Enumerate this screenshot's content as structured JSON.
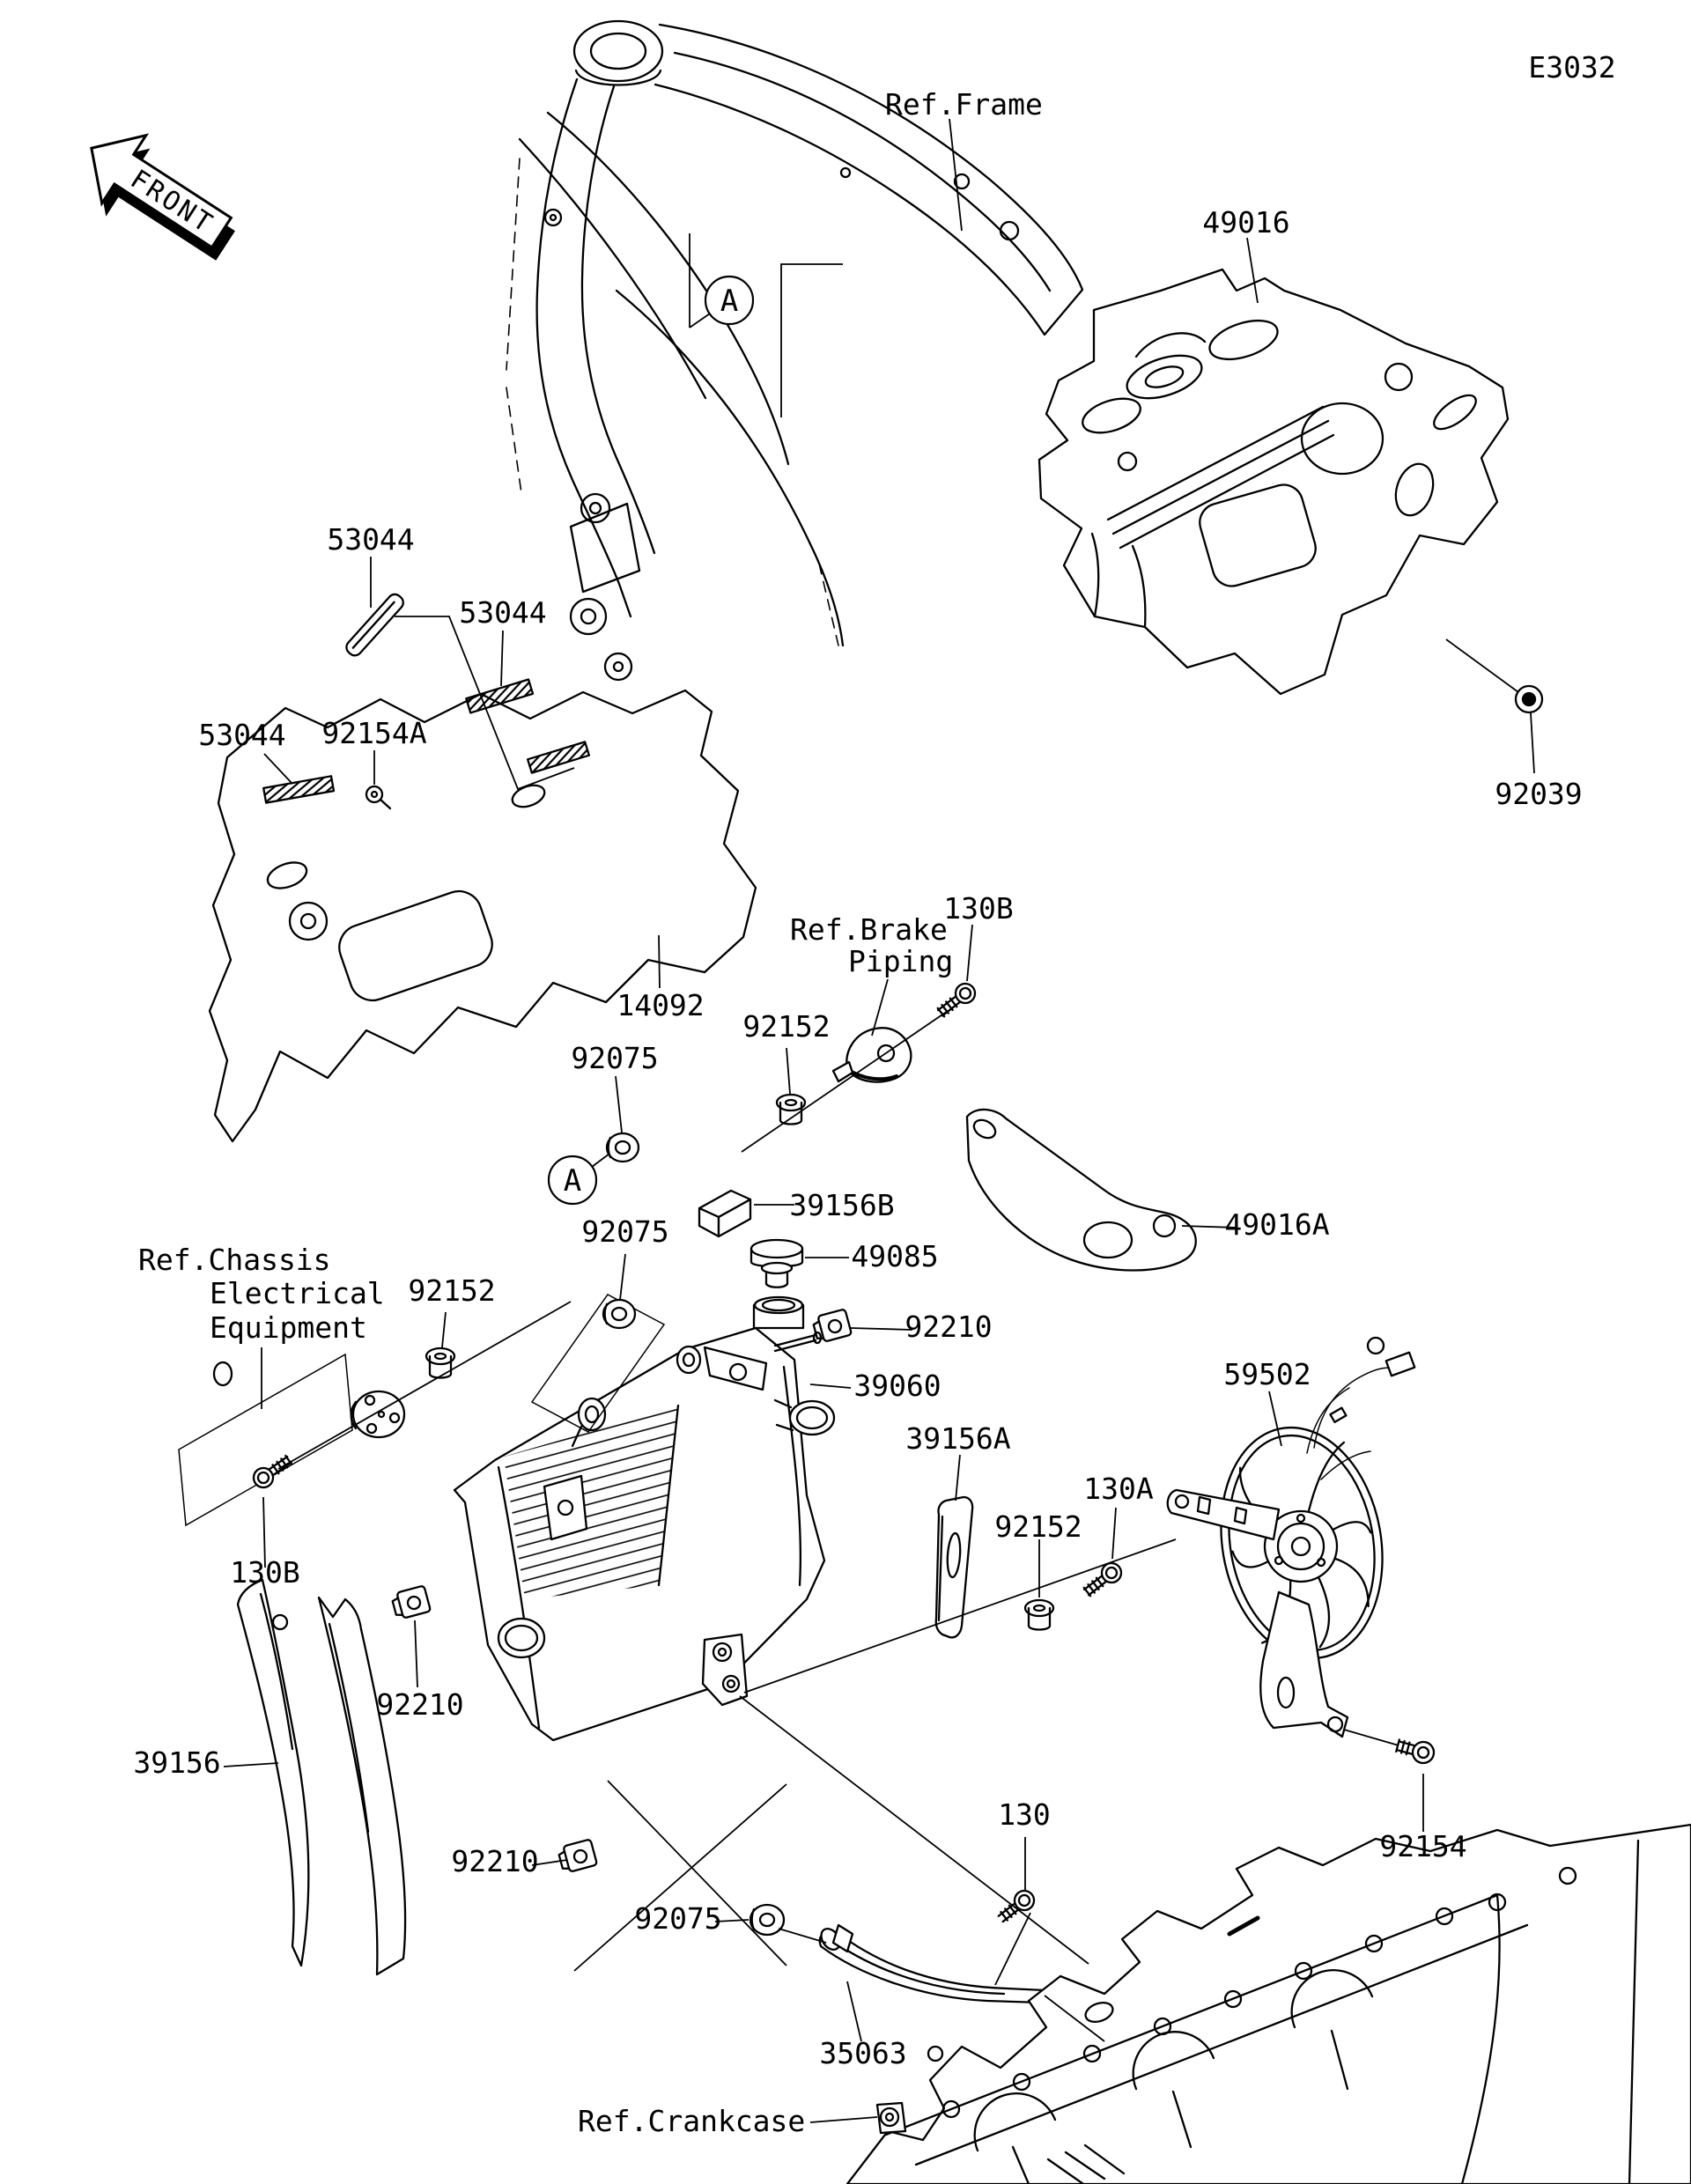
{
  "diagram": {
    "page_code": "E3032",
    "front_label": "FRONT",
    "detail_marker": "A",
    "references": {
      "frame": "Ref.Frame",
      "brake_line1": "Ref.Brake",
      "brake_line2": "Piping",
      "chassis_line1": "Ref.Chassis",
      "chassis_line2": "Electrical",
      "chassis_line3": "Equipment",
      "crankcase": "Ref.Crankcase"
    },
    "parts": {
      "p49016": "49016",
      "p49016A": "49016A",
      "p53044": "53044",
      "p92154A": "92154A",
      "p92039": "92039",
      "p14092": "14092",
      "p130": "130",
      "p130A": "130A",
      "p130B": "130B",
      "p92152": "92152",
      "p92075": "92075",
      "p39156": "39156",
      "p39156A": "39156A",
      "p39156B": "39156B",
      "p49085": "49085",
      "p92210": "92210",
      "p39060": "39060",
      "p59502": "59502",
      "p92154": "92154",
      "p35063": "35063"
    }
  }
}
